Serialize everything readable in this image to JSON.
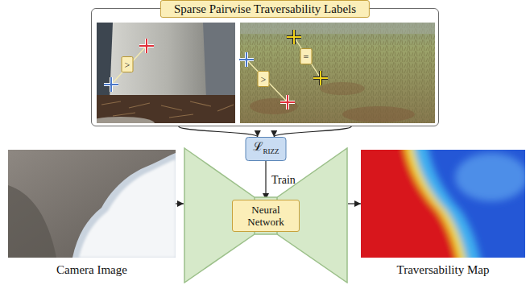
{
  "diagram": {
    "nodes": [
      {
        "text": [
          "Sparse Pairwise Traversability Labels"
        ]
      },
      {
        "text": [
          ">"
        ],
        "in": 0
      },
      {
        "text": [
          ">"
        ],
        "in": 0
      },
      {
        "text": [
          "="
        ],
        "in": 0
      },
      {
        "text": [
          "ℒRIZZ"
        ]
      },
      {
        "text": [
          "Camera Image"
        ]
      },
      {
        "text": [
          "Neural Network"
        ]
      },
      {
        "text": [
          "Traversability Map"
        ]
      }
    ],
    "edges": [
      {
        "from": 0,
        "to": 4,
        "arrow": "to"
      },
      {
        "from": 0,
        "to": 4,
        "arrow": "to"
      },
      {
        "from": 4,
        "to": 6,
        "arrow": "to",
        "label": "Train"
      },
      {
        "from": 5,
        "to": 6,
        "arrow": "to"
      },
      {
        "from": 6,
        "to": 7,
        "arrow": "to"
      }
    ]
  }
}
